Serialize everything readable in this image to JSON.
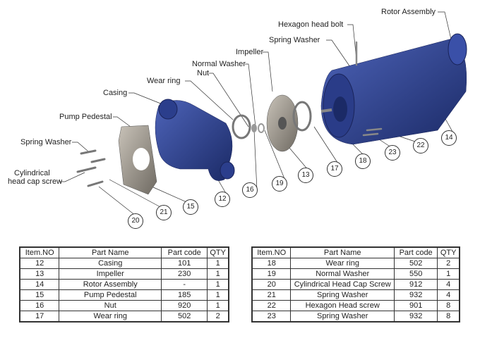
{
  "labels": {
    "rotor_assembly": "Rotor Assembly",
    "hexagon_head_bolt": "Hexagon head bolt",
    "spring_washer_top": "Spring Washer",
    "impeller": "Impeller",
    "normal_washer": "Normal Washer",
    "nut": "Nut",
    "wear_ring": "Wear ring",
    "casing": "Casing",
    "pump_pedestal": "Pump Pedestal",
    "spring_washer_left": "Spring Washer",
    "cyl_screw_line1": "Cylindrical",
    "cyl_screw_line2": "head cap screw"
  },
  "balloons": [
    "12",
    "13",
    "14",
    "15",
    "16",
    "17",
    "18",
    "19",
    "20",
    "21",
    "22",
    "23"
  ],
  "table_headers": [
    "Item.NO",
    "Part Name",
    "Part code",
    "QTY"
  ],
  "table_left": [
    [
      "12",
      "Casing",
      "101",
      "1"
    ],
    [
      "13",
      "Impeller",
      "230",
      "1"
    ],
    [
      "14",
      "Rotor Assembly",
      "-",
      "1"
    ],
    [
      "15",
      "Pump Pedestal",
      "185",
      "1"
    ],
    [
      "16",
      "Nut",
      "920",
      "1"
    ],
    [
      "17",
      "Wear ring",
      "502",
      "2"
    ]
  ],
  "table_right": [
    [
      "18",
      "Wear ring",
      "502",
      "2"
    ],
    [
      "19",
      "Normal Washer",
      "550",
      "1"
    ],
    [
      "20",
      "Cylindrical Head Cap Screw",
      "912",
      "4"
    ],
    [
      "21",
      "Spring Washer",
      "932",
      "4"
    ],
    [
      "22",
      "Hexagon Head screw",
      "901",
      "8"
    ],
    [
      "23",
      "Spring Washer",
      "932",
      "8"
    ]
  ],
  "colors": {
    "blue": "#2c3f8f",
    "gray": "#9a948c"
  }
}
